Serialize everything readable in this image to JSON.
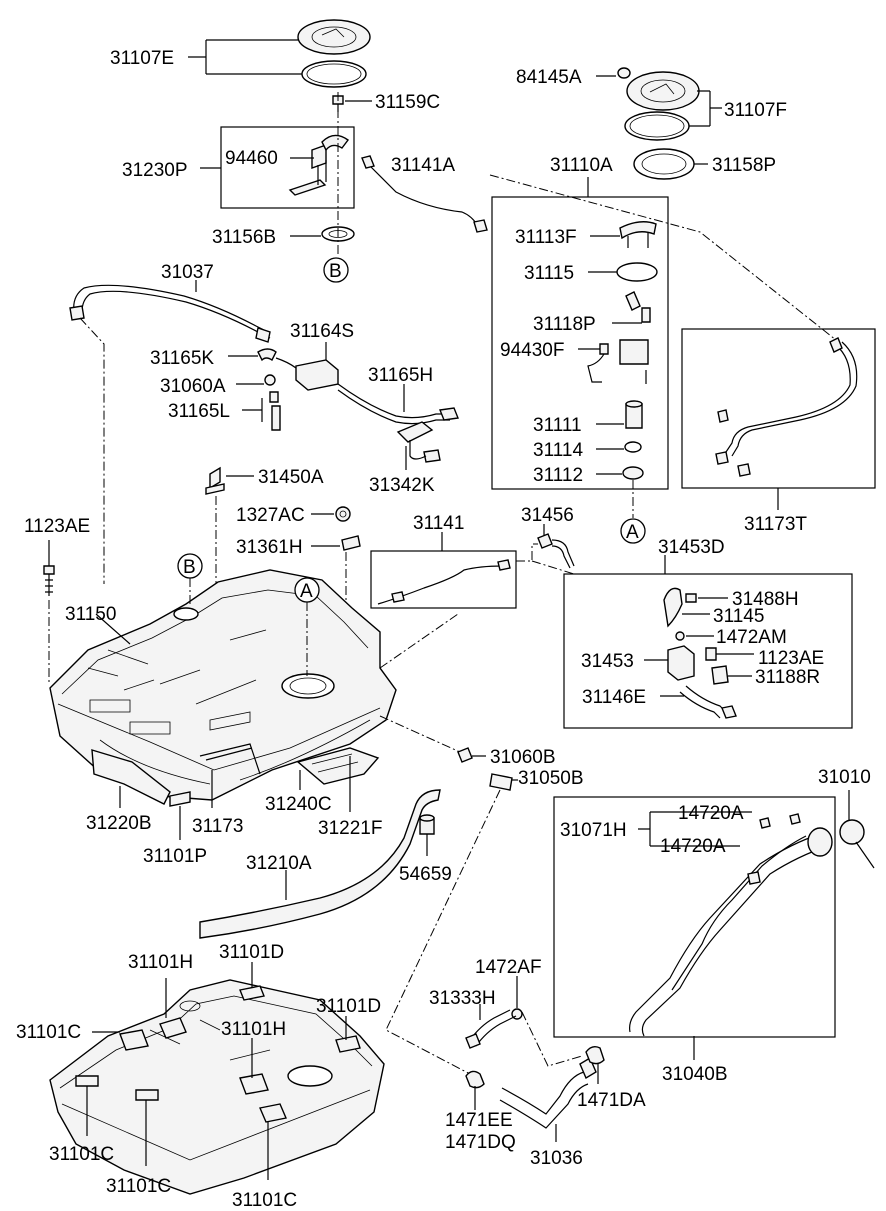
{
  "labels": {
    "31107E": "31107E",
    "31159C": "31159C",
    "31230P": "31230P",
    "94460": "94460",
    "31156B": "31156B",
    "31141A": "31141A",
    "84145A": "84145A",
    "31107F": "31107F",
    "31110A": "31110A",
    "31158P": "31158P",
    "31113F": "31113F",
    "31115": "31115",
    "31118P": "31118P",
    "94430F": "94430F",
    "31111": "31111",
    "31114": "31114",
    "31112": "31112",
    "31173T": "31173T",
    "31037": "31037",
    "31164S": "31164S",
    "31165K": "31165K",
    "31060A": "31060A",
    "31165L": "31165L",
    "31165H": "31165H",
    "31342K": "31342K",
    "31450A": "31450A",
    "1327AC": "1327AC",
    "31361H": "31361H",
    "31141": "31141",
    "31456": "31456",
    "31453D": "31453D",
    "31488H": "31488H",
    "31145": "31145",
    "1472AM": "1472AM",
    "31453": "31453",
    "1123AE_r": "1123AE",
    "31188R": "31188R",
    "31146E": "31146E",
    "1123AE_l": "1123AE",
    "31150": "31150",
    "31220B": "31220B",
    "31101P": "31101P",
    "31173": "31173",
    "31240C": "31240C",
    "31221F": "31221F",
    "31060B": "31060B",
    "31050B": "31050B",
    "54659": "54659",
    "31210A": "31210A",
    "31010": "31010",
    "31071H": "31071H",
    "14720A_1": "14720A",
    "14720A_2": "14720A",
    "31040B": "31040B",
    "1472AF": "1472AF",
    "31333H": "31333H",
    "1471EE": "1471EE",
    "1471DQ": "1471DQ",
    "31036": "31036",
    "1471DA": "1471DA",
    "31101H_1": "31101H",
    "31101D_1": "31101D",
    "31101D_2": "31101D",
    "31101C_1": "31101C",
    "31101H_2": "31101H",
    "31101C_2": "31101C",
    "31101C_3": "31101C",
    "31101C_4": "31101C"
  },
  "callouts": {
    "A1": "A",
    "A2": "A",
    "B1": "B",
    "B2": "B"
  }
}
